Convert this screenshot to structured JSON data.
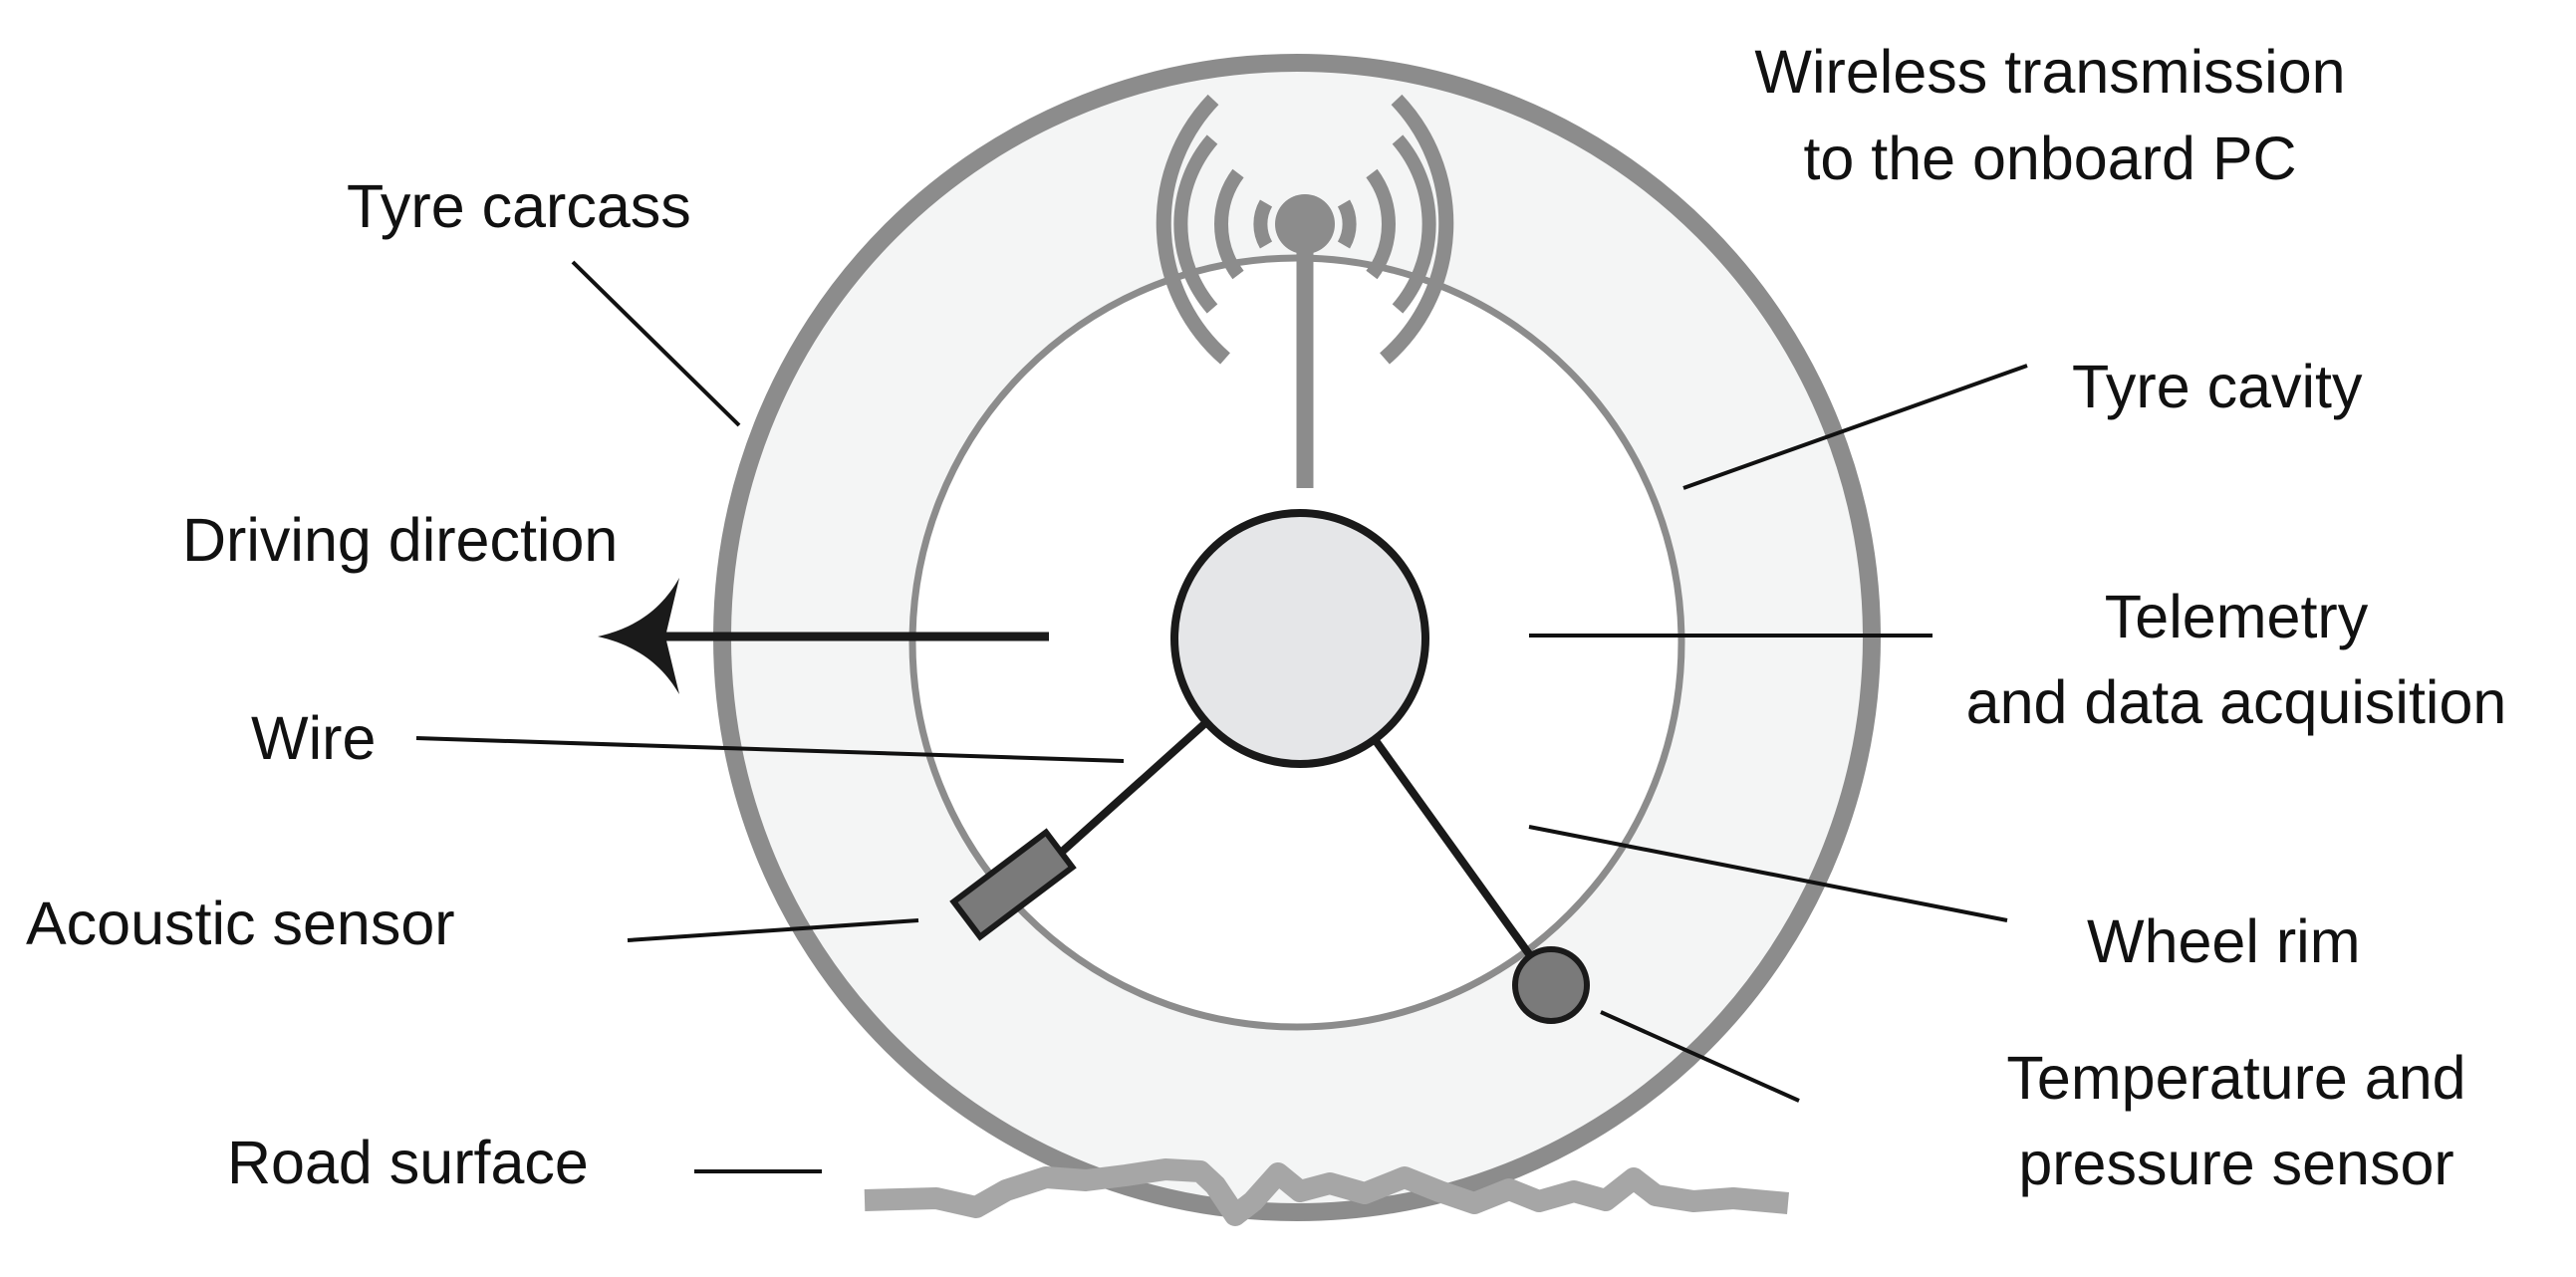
{
  "labels": {
    "wireless_line1": "Wireless transmission",
    "wireless_line2": "to the onboard PC",
    "tyre_carcass": "Tyre carcass",
    "tyre_cavity": "Tyre cavity",
    "driving_direction": "Driving direction",
    "telemetry_line1": "Telemetry",
    "telemetry_line2": "and data acquisition",
    "wire": "Wire",
    "acoustic_sensor": "Acoustic sensor",
    "wheel_rim": "Wheel rim",
    "temp_line1": "Temperature and",
    "temp_line2": "pressure sensor",
    "road_surface": "Road surface"
  },
  "colors": {
    "tyre_outline": "#8c8c8c",
    "tyre_fill": "#f4f5f5",
    "cavity_outline": "#8c8c8c",
    "hub_fill": "#e5e6e8",
    "sensor_fill": "#7a7a7a",
    "road": "#a6a6a6",
    "leader": "#111111"
  },
  "icons": {
    "antenna": "antenna-icon",
    "direction": "arrow-left-icon"
  }
}
